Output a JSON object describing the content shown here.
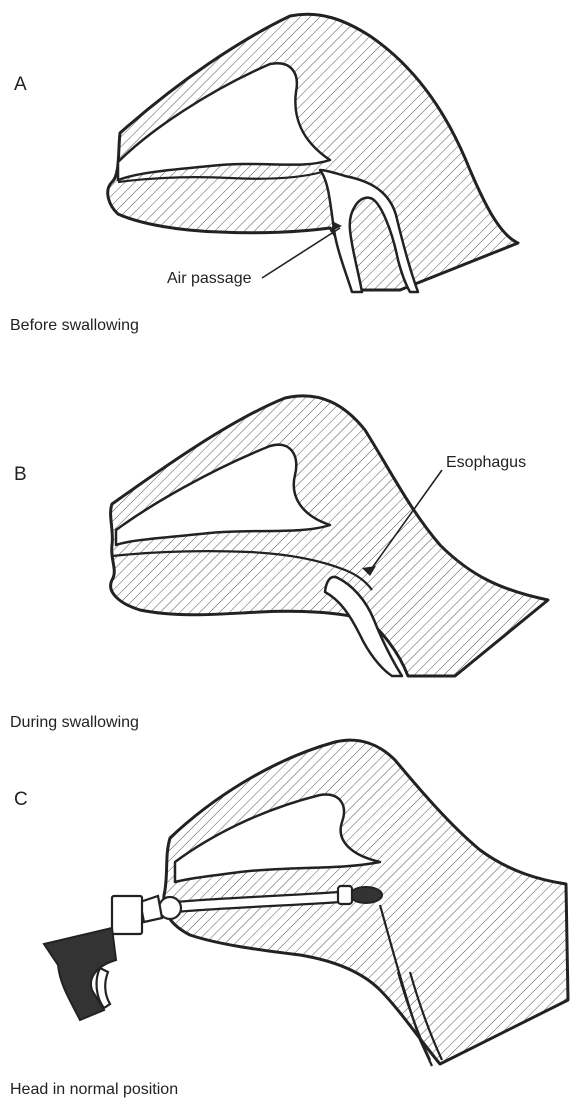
{
  "panels": [
    {
      "letter": "A",
      "caption": "Before swallowing",
      "callout": "Air passage"
    },
    {
      "letter": "B",
      "caption": "During swallowing",
      "callout": "Esophagus"
    },
    {
      "letter": "C",
      "caption": "Head in normal position"
    }
  ],
  "colors": {
    "outline": "#222222",
    "hatch": "#555555",
    "device": "#333333",
    "background": "#ffffff"
  }
}
